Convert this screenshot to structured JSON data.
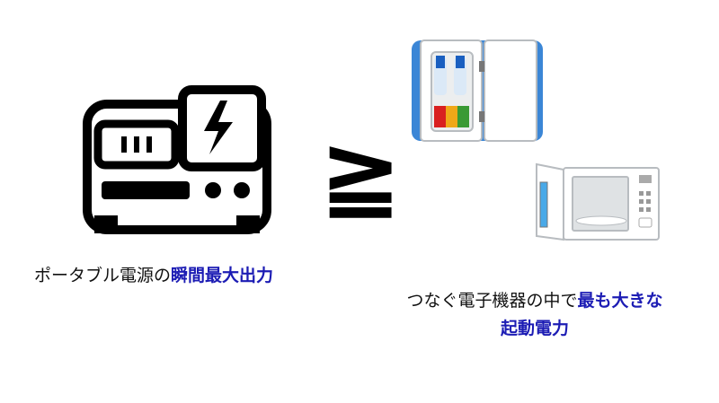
{
  "left_caption": {
    "normal": "ポータブル電源の",
    "highlight": "瞬間最大出力"
  },
  "relation_symbol": "≧",
  "right_caption": {
    "line1_normal": "つなぐ電子機器の中で",
    "line1_highlight": "最も大きな",
    "line2_highlight": "起動電力"
  },
  "colors": {
    "highlight": "#1c1cb4",
    "text": "#111111",
    "fridge_blue": "#3b86d6"
  }
}
